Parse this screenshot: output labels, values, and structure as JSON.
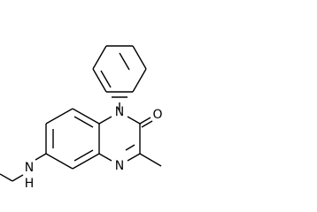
{
  "diagram": {
    "type": "skeletal-structure",
    "ink_color": "#000000",
    "background_color": "#ffffff",
    "atom_labels": [
      {
        "id": "n1",
        "text": "N"
      },
      {
        "id": "o",
        "text": "O"
      },
      {
        "id": "n4",
        "text": "N"
      },
      {
        "id": "nh-n",
        "text": "N"
      },
      {
        "id": "nh-h",
        "text": "H"
      }
    ]
  }
}
